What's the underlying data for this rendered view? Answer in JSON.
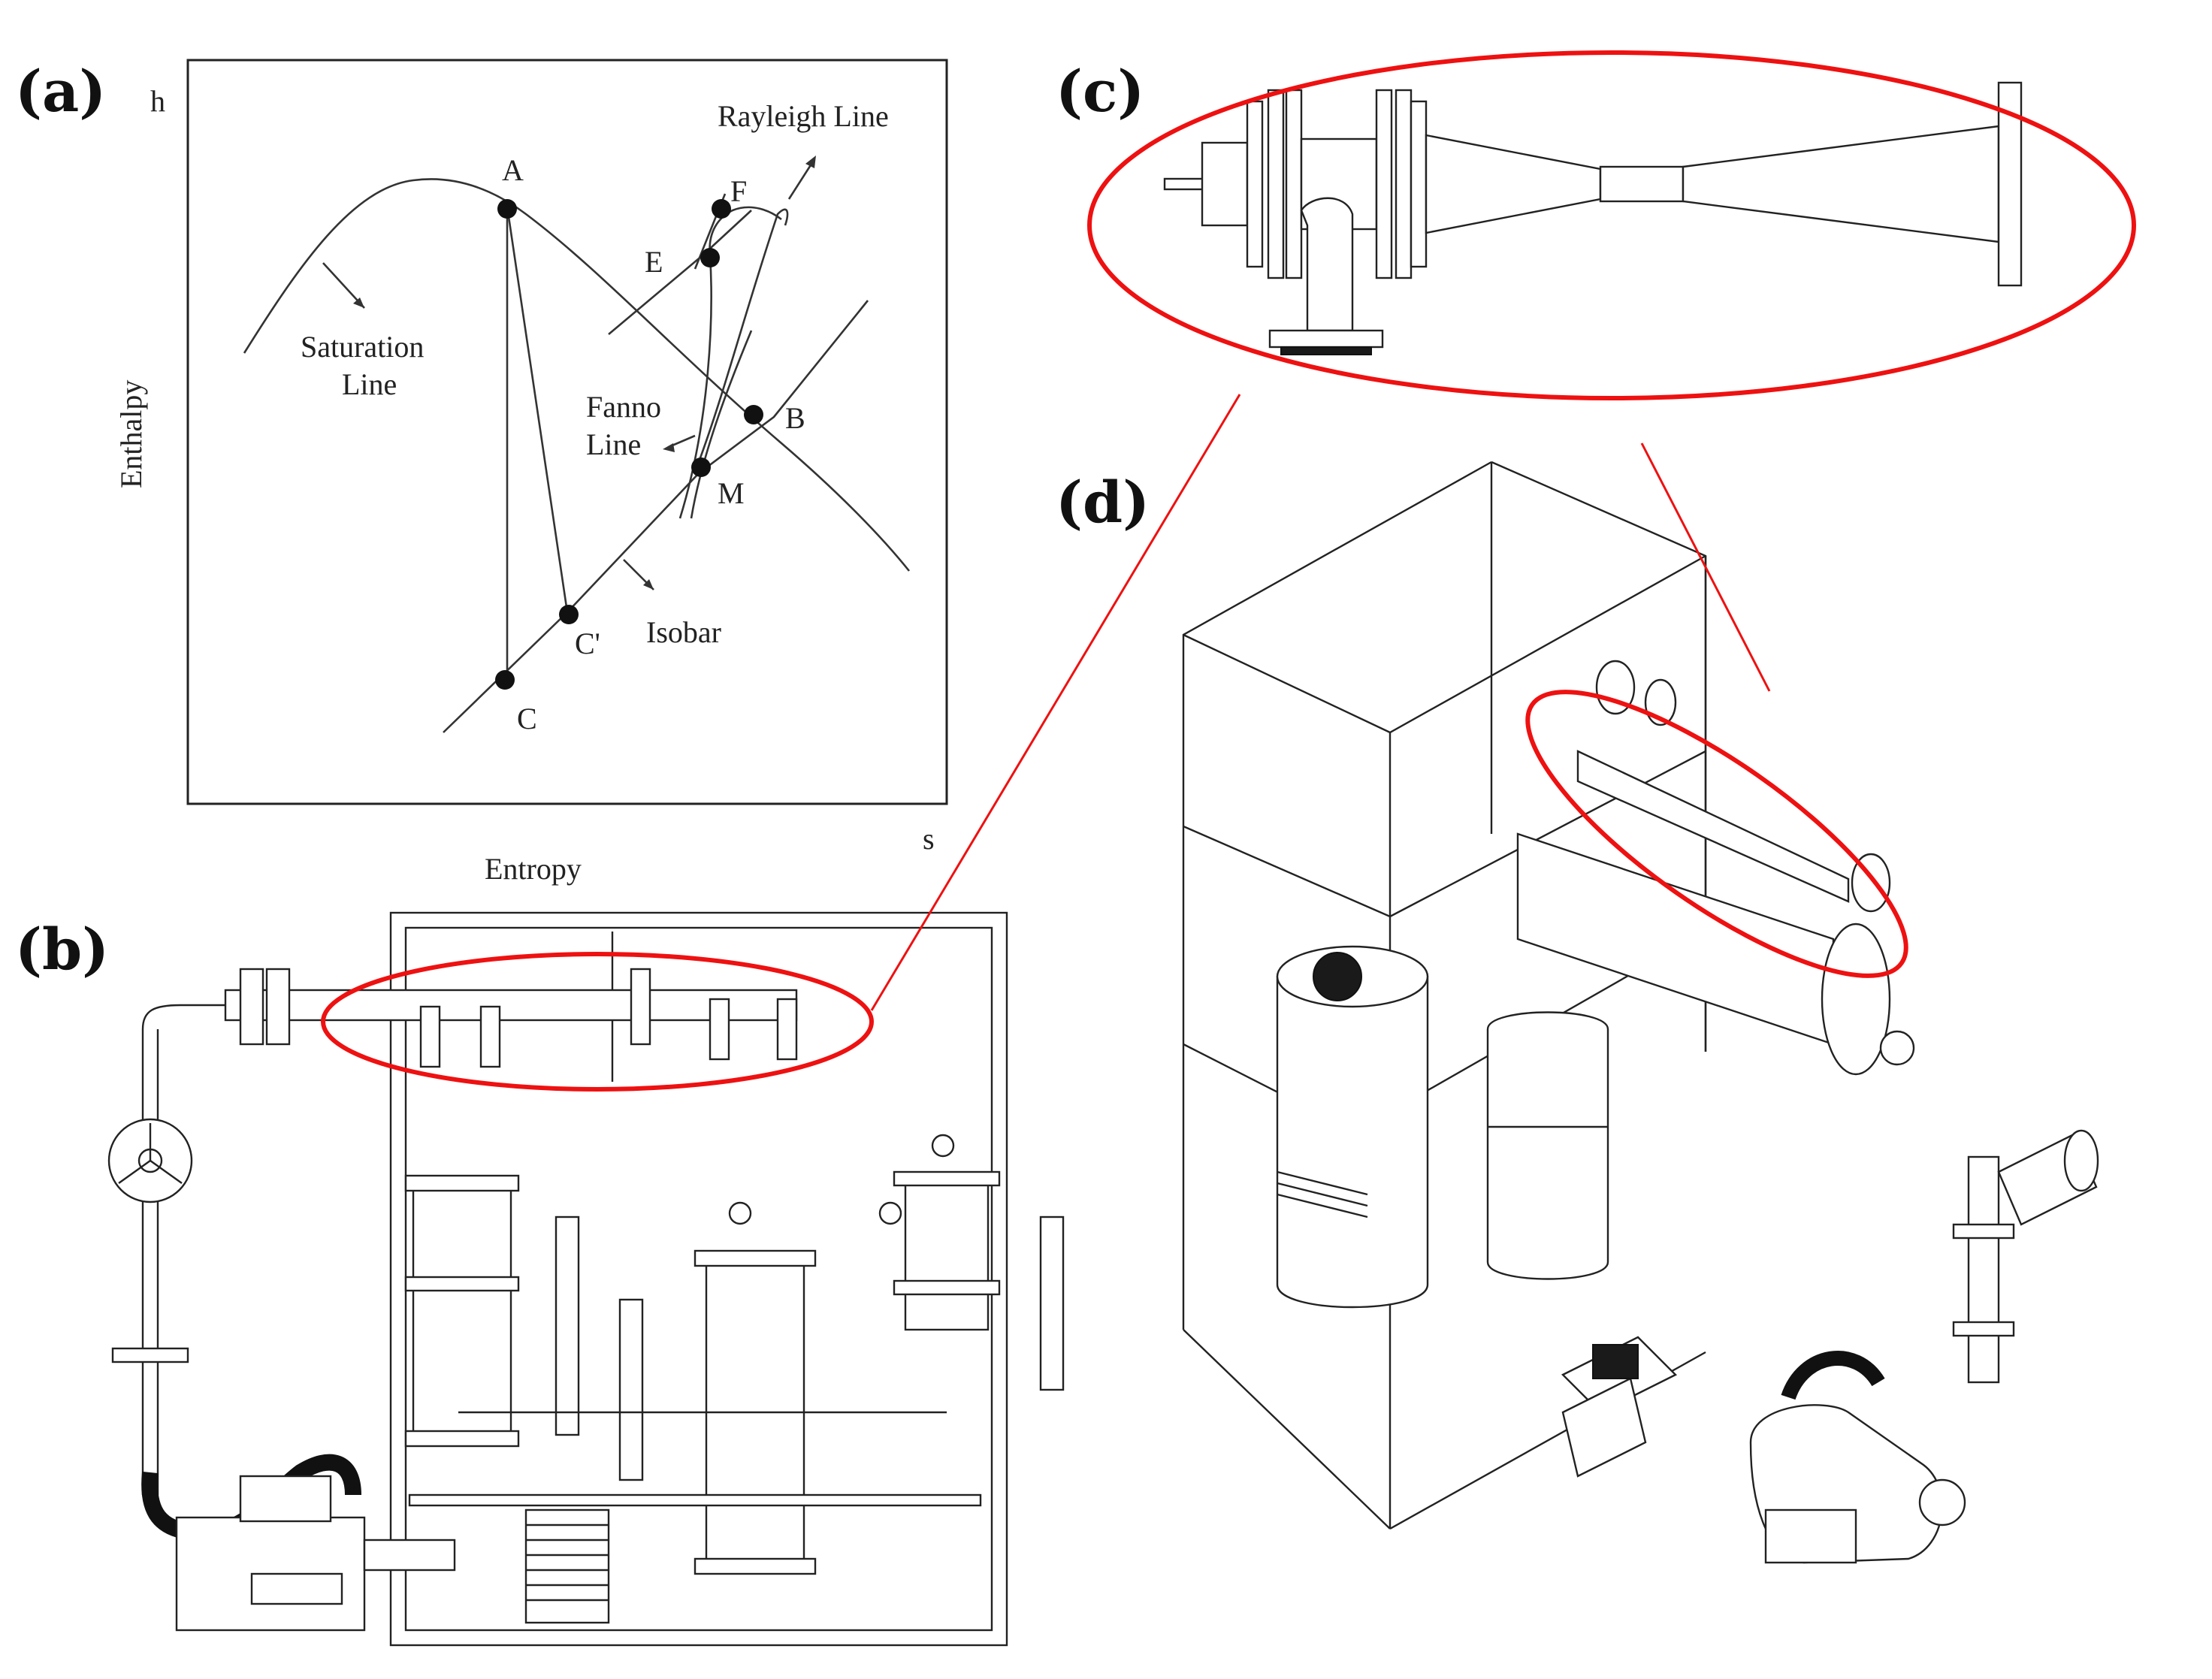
{
  "panels": {
    "a": "(a)",
    "b": "(b)",
    "c": "(c)",
    "d": "(d)"
  },
  "diagram_a": {
    "y_axis_symbol": "h",
    "y_axis_label": "Enthalpy",
    "x_axis_symbol": "s",
    "x_axis_label": "Entropy",
    "curves": {
      "saturation": "Saturation Line",
      "saturation_line1": "Saturation",
      "saturation_line2": "Line",
      "rayleigh": "Rayleigh Line",
      "fanno_line1": "Fanno",
      "fanno_line2": "Line",
      "isobar": "Isobar"
    },
    "points": [
      "A",
      "B",
      "C",
      "C'",
      "E",
      "F",
      "M"
    ]
  },
  "colors": {
    "highlight": "#e11111",
    "line": "#333333",
    "text": "#111111"
  }
}
